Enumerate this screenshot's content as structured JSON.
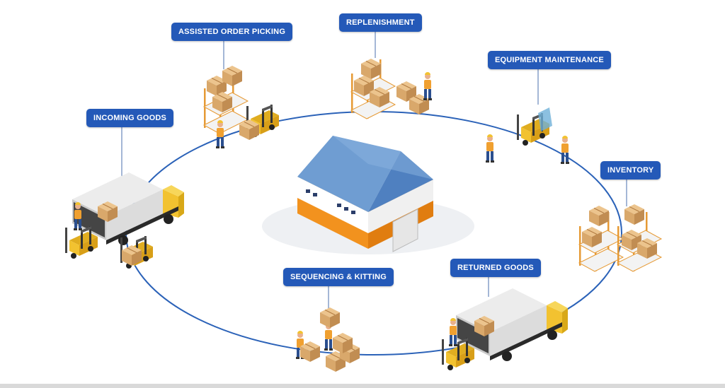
{
  "labels": {
    "incoming": "INCOMING GOODS",
    "picking": "ASSISTED ORDER PICKING",
    "replenishment": "REPLENISHMENT",
    "maintenance": "EQUIPMENT MAINTENANCE",
    "inventory": "INVENTORY",
    "returned": "RETURNED GOODS",
    "sequencing": "SEQUENCING & KITTING"
  },
  "colors": {
    "label_bg": "#2459b8",
    "ring": "#2b62b8",
    "roof": "#5f8fc8",
    "wall_orange": "#f2921e",
    "worker_shirt": "#f0a030",
    "worker_pants": "#2b4f8f",
    "forklift": "#f2c230",
    "box": "#d9a86b"
  },
  "icons": {
    "warehouse": "warehouse-icon",
    "truck": "delivery-truck-icon",
    "forklift": "forklift-icon",
    "shelf": "storage-shelf-icon",
    "worker": "worker-icon",
    "box": "cardboard-box-icon"
  }
}
